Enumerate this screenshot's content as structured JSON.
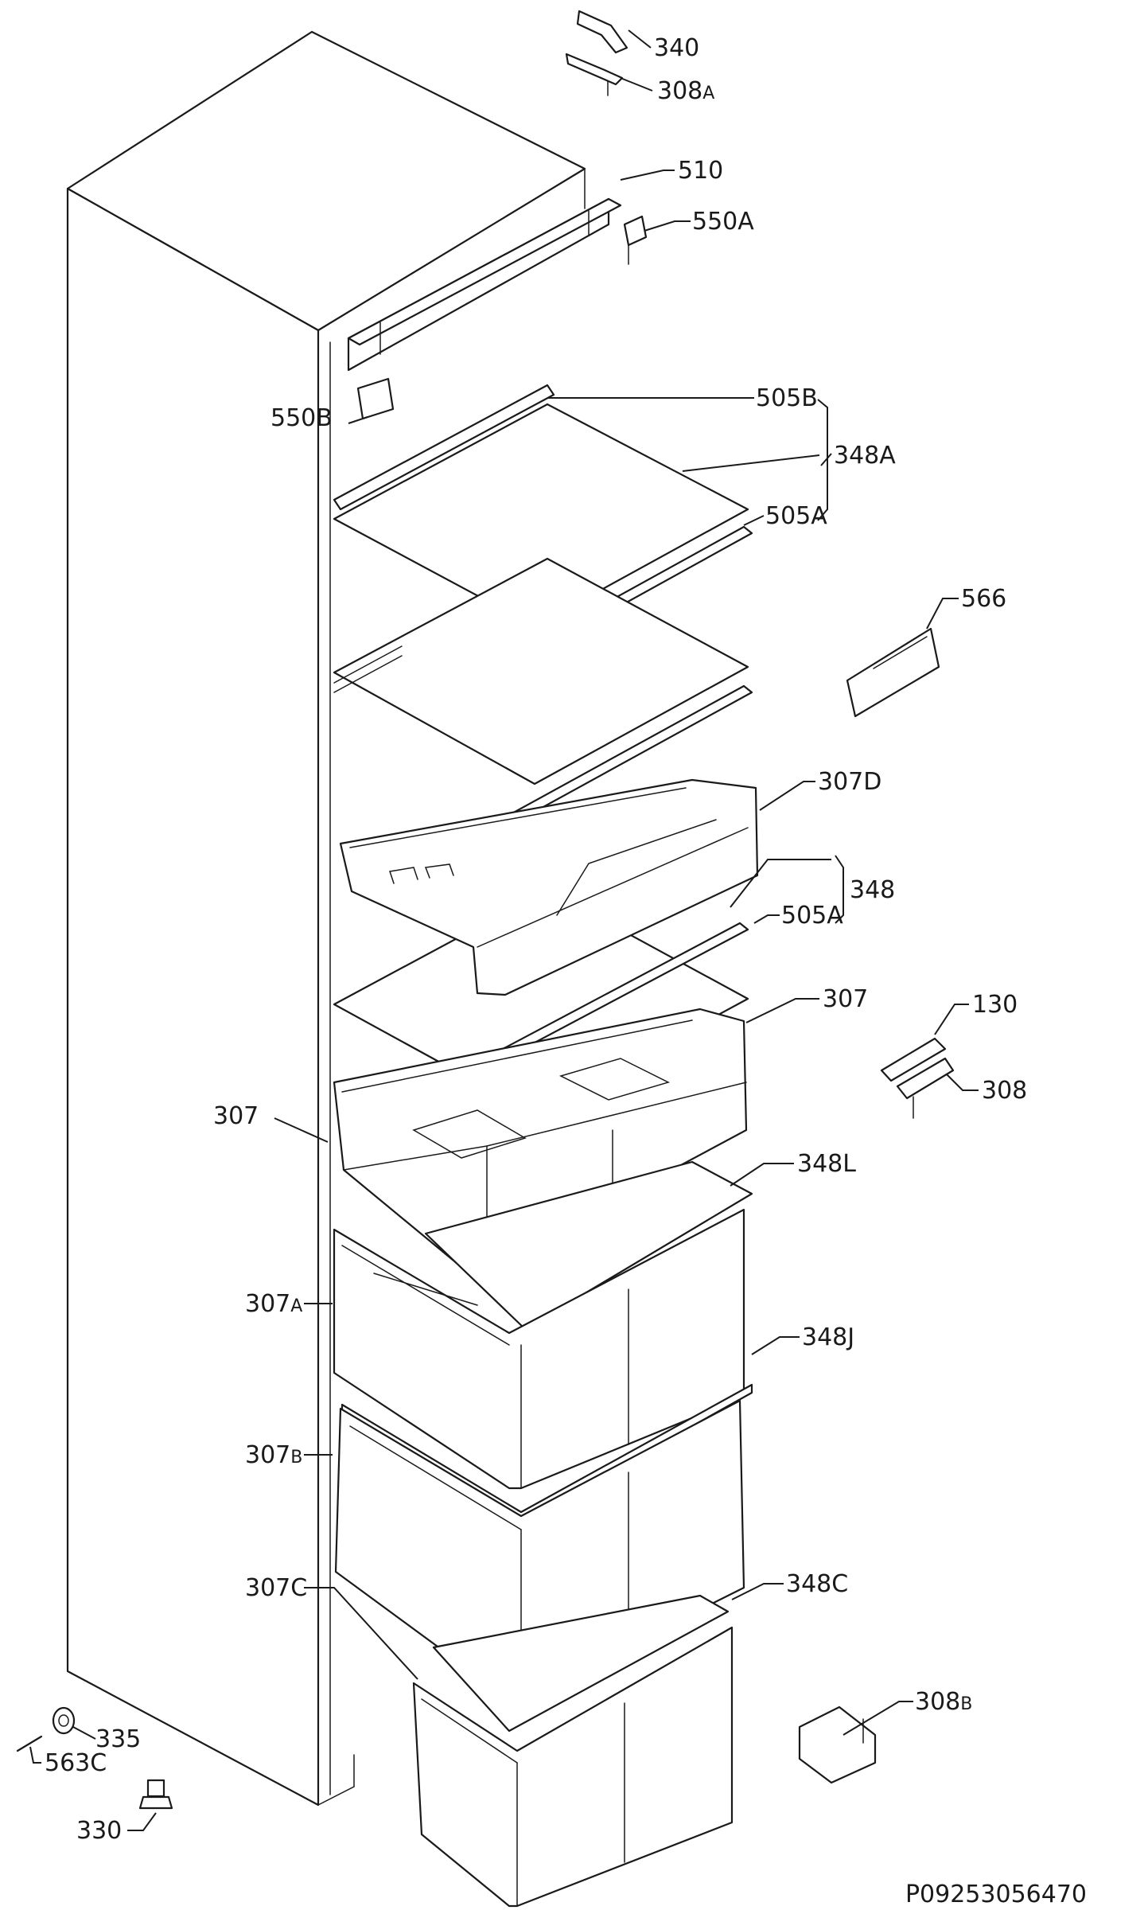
{
  "labels": {
    "l340": "340",
    "l308A": "308",
    "l308A_sub": "A",
    "l510": "510",
    "l550A": "550A",
    "l550B": "550B",
    "l505B": "505B",
    "l348A": "348A",
    "l505A_top": "505A",
    "l566": "566",
    "l307D": "307D",
    "l348": "348",
    "l505A_mid": "505A",
    "l307_right": "307",
    "l130": "130",
    "l308": "308",
    "l307_left": "307",
    "l348L": "348L",
    "l307A": "307",
    "l307A_sub": "A",
    "l348J": "348J",
    "l307B": "307",
    "l307B_sub": "B",
    "l307C": "307C",
    "l348C": "348C",
    "l308B": "308",
    "l308B_sub": "B",
    "l335": "335",
    "l563C": "563C",
    "l330": "330"
  },
  "reference_code": "P09253056470"
}
